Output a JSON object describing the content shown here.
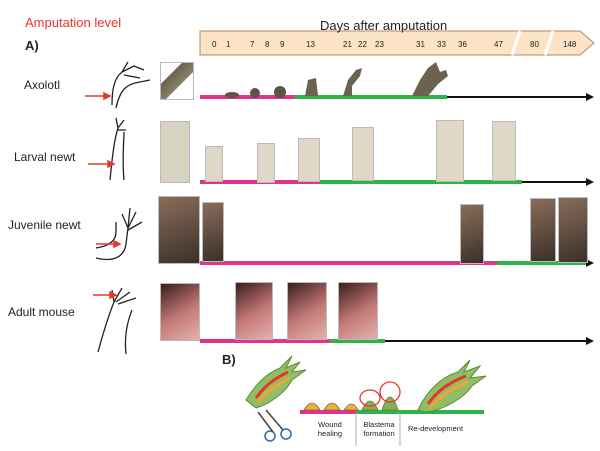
{
  "panel_a": {
    "label": "A)",
    "amputation_header": "Amputation level",
    "days_header": "Days after amputation",
    "day_ticks": [
      "0",
      "1",
      "7",
      "8",
      "9",
      "13",
      "21",
      "22",
      "23",
      "31",
      "33",
      "36",
      "47",
      "80",
      "148"
    ],
    "rows": [
      {
        "name": "Axolotl"
      },
      {
        "name": "Larval newt"
      },
      {
        "name": "Juvenile newt"
      },
      {
        "name": "Adult mouse"
      }
    ],
    "colors": {
      "wound_healing": "#e0338a",
      "blastema": "#2db34a",
      "redevelopment": "#111111",
      "header_fill": "#fce3c6",
      "arrow": "#e8362b"
    }
  },
  "panel_b": {
    "label": "B)",
    "stages": [
      "Wound healing",
      "Blastema formation",
      "Re-development"
    ]
  }
}
